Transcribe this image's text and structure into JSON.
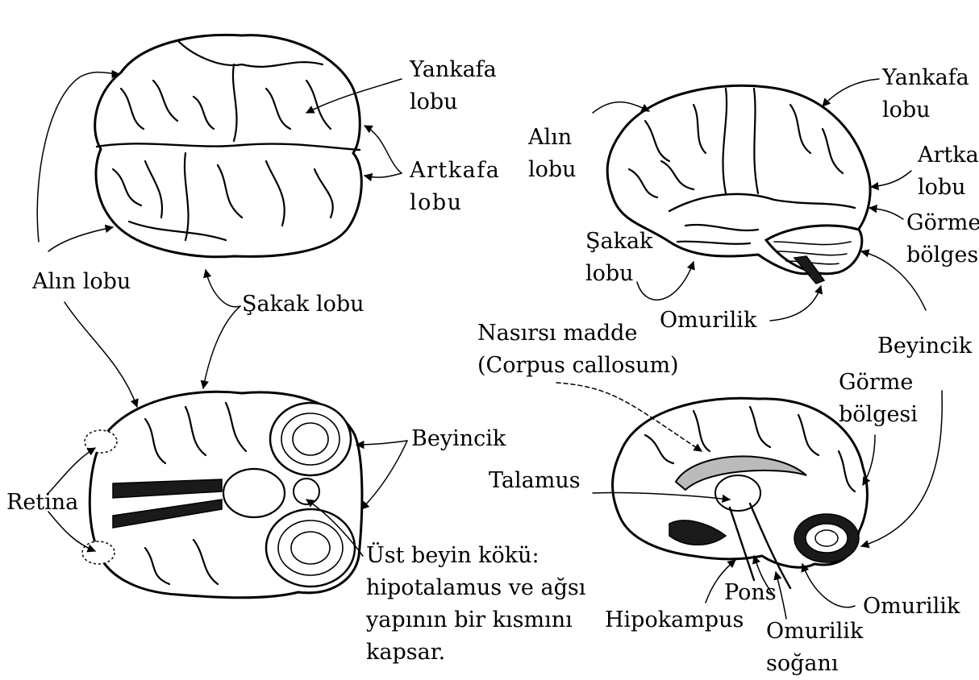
{
  "views": {
    "top": {
      "parietal": "Yankafa\nlobu",
      "occipital": "Artkafa\nlobu",
      "frontal": "Alın lobu",
      "temporal": "Şakak lobu"
    },
    "side": {
      "parietal": "Yankafa\nlobu",
      "frontal": "Alın\nlobu",
      "occipital": "Artka\nlobu",
      "visual": "Görme\nbölgesi",
      "temporal": "Şakak\nlobu",
      "spinal_cord": "Omurilik",
      "cerebellum": "Beyincik"
    },
    "bottom": {
      "cerebellum": "Beyincik",
      "retina": "Retina",
      "brainstem": "Üst beyin kökü:\nhipotalamus ve ağsı\nyapının bir kısmını\nkapsar."
    },
    "section": {
      "corpus_callosum": "Nasırsı madde\n(Corpus callosum)",
      "visual": "Görme\nbölgesi",
      "thalamus": "Talamus",
      "pons": "Pons",
      "hippocampus": "Hipokampus",
      "spinal_cord": "Omurilik",
      "medulla": "Omurilik\nsoğanı"
    }
  }
}
